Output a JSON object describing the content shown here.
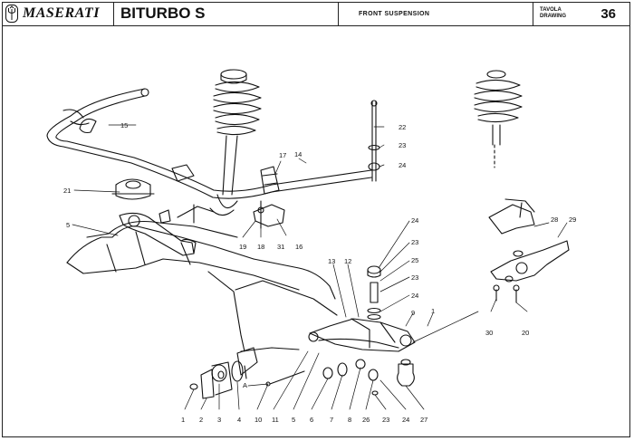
{
  "header": {
    "brand": "MASERATI",
    "model": "BITURBO S",
    "section": "FRONT SUSPENSION",
    "tavola_label": "TAVOLA",
    "drawing_label": "DRAWING",
    "number": "36"
  },
  "icons": {
    "logo": "trident-icon"
  },
  "callouts": {
    "c15": "15",
    "c21": "21",
    "c5a": "5",
    "c17": "17",
    "c14": "14",
    "c22": "22",
    "c23a": "23",
    "c24a": "24",
    "c19": "19",
    "c18": "18",
    "c31": "31",
    "c16": "16",
    "c24b": "24",
    "c23b": "23",
    "c25": "25",
    "c23c": "23",
    "c24c": "24",
    "c13": "13",
    "c12": "12",
    "c9": "9",
    "c1": "1",
    "c28": "28",
    "c29": "29",
    "c30": "30",
    "c20": "20",
    "cA": "A",
    "b1": "1",
    "b2": "2",
    "b3": "3",
    "b4": "4",
    "b10": "10",
    "b11": "11",
    "b5": "5",
    "b6": "6",
    "b7": "7",
    "b8": "8",
    "b26": "26",
    "b23": "23",
    "b24": "24",
    "b27": "27"
  }
}
